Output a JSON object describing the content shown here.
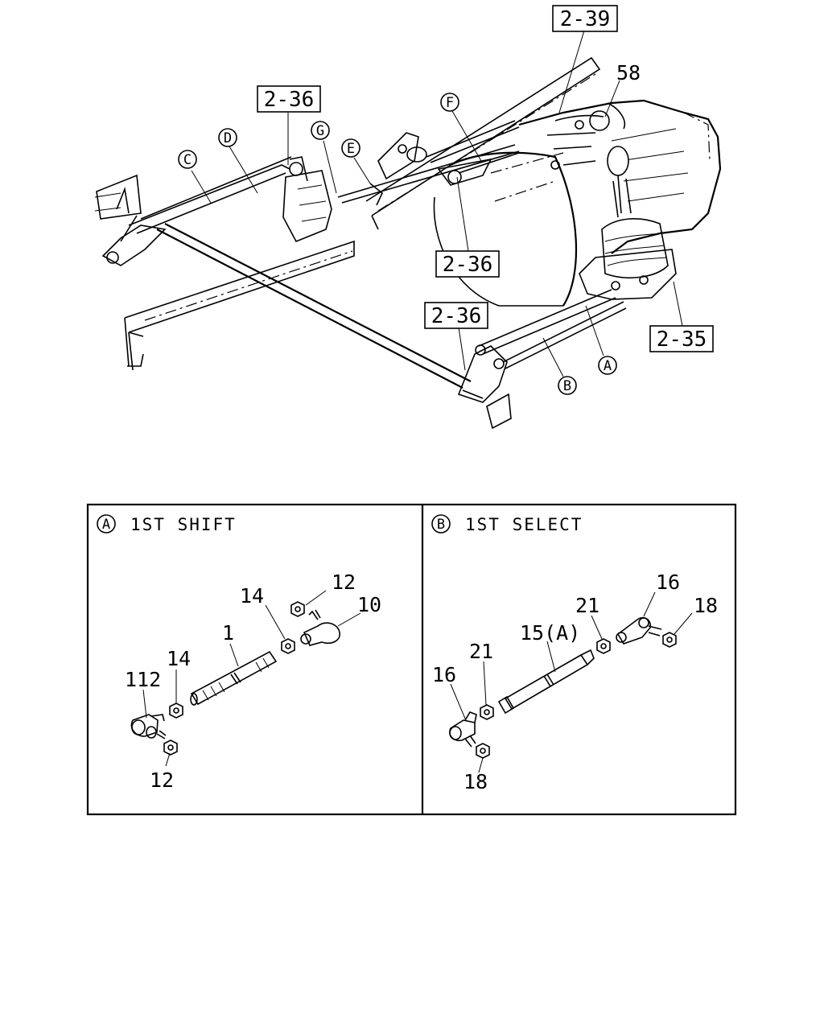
{
  "overview": {
    "ref_boxes": {
      "r239": "2-39",
      "r236_top": "2-36",
      "r236_mid": "2-36",
      "r236_low": "2-36",
      "r235": "2-35"
    },
    "part_58": "58",
    "callouts": {
      "A": "A",
      "B": "B",
      "C": "C",
      "D": "D",
      "E": "E",
      "F": "F",
      "G": "G"
    }
  },
  "panel_a": {
    "circle": "A",
    "title": "1ST SHIFT",
    "labels": {
      "p12_top": "12",
      "p10": "10",
      "p14_top": "14",
      "p1": "1",
      "p14_left": "14",
      "p112": "112",
      "p12_bottom": "12"
    }
  },
  "panel_b": {
    "circle": "B",
    "title": "1ST SELECT",
    "labels": {
      "p16_top": "16",
      "p18_top": "18",
      "p21_top": "21",
      "p15": "15(A)",
      "p21_left": "21",
      "p16_left": "16",
      "p18_bottom": "18"
    }
  }
}
